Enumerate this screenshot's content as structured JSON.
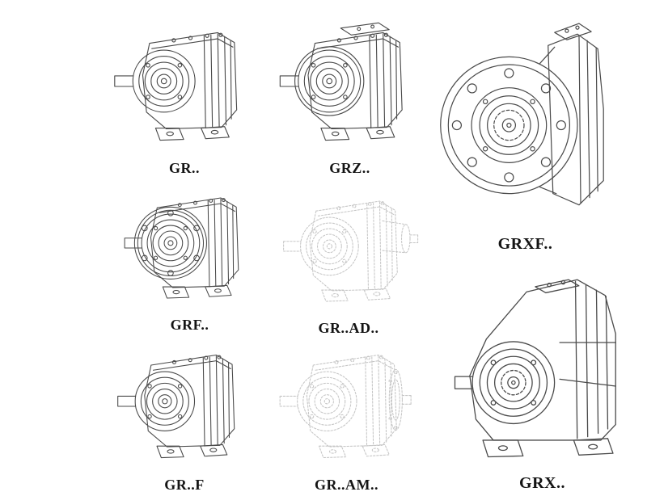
{
  "page": {
    "background": "#ffffff",
    "line_color": "#4a4a4a",
    "ghost_line_color": "#c6c6c6",
    "label_color": "#141414"
  },
  "items": [
    {
      "label": "GR..",
      "drawing": "helical-gear-unit-foot-mounted"
    },
    {
      "label": "GRZ..",
      "drawing": "helical-gear-unit-foot-mounted-reinforced"
    },
    {
      "label": "GRXF..",
      "drawing": "helical-gear-unit-large-flange-mounted"
    },
    {
      "label": "GRF..",
      "drawing": "helical-gear-unit-flange-and-foot"
    },
    {
      "label": "GR..AD..",
      "drawing": "helical-gear-unit-input-adapter-ghost"
    },
    {
      "label": "GRX..",
      "drawing": "helical-gear-unit-large-foot-mounted"
    },
    {
      "label": "GR..F",
      "drawing": "helical-gear-unit-foot-mounted-short"
    },
    {
      "label": "GR..AM..",
      "drawing": "helical-gear-unit-motor-flange-ghost"
    }
  ]
}
